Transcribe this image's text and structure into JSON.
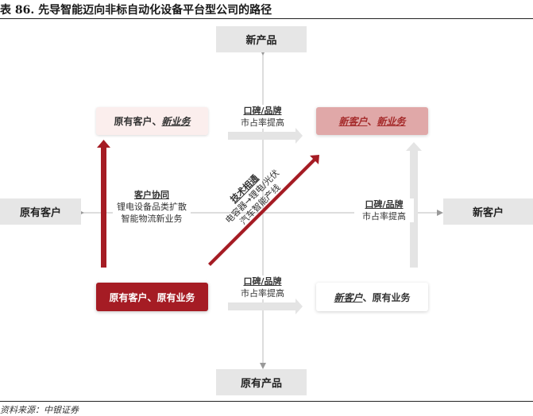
{
  "title": "表 86. 先导智能迈向非标自动化设备平台型公司的路径",
  "source": "资料来源：中银证券",
  "axes": {
    "top": "新产品",
    "bottom": "原有产品",
    "left": "原有客户",
    "right": "新客户"
  },
  "quadrants": {
    "top_left": {
      "part1": "原有客户、",
      "part2": "新业务"
    },
    "top_right": {
      "part1": "新客户",
      "sep": "、",
      "part2": "新业务"
    },
    "bottom_left": {
      "text": "原有客户、原有业务"
    },
    "bottom_right": {
      "part1": "新客户",
      "part2": "、原有业务"
    }
  },
  "labels": {
    "top_arrow": {
      "head": "口碑/品牌",
      "body": "市占率提高"
    },
    "bottom_arrow": {
      "head": "口碑/品牌",
      "body": "市占率提高"
    },
    "right_arrow": {
      "head": "口碑/品牌",
      "body": "市占率提高"
    },
    "left_arrow": {
      "head": "客户协同",
      "line1": "锂电设备品类扩散",
      "line2": "智能物流新业务"
    },
    "diagonal": {
      "head": "技术相通",
      "line1": "电容器→锂电/光伏",
      "line2": "汽车智能产线"
    }
  },
  "colors": {
    "dark_red": "#a51c24",
    "pink": "#e0a8a8",
    "light_pink": "#fbeeed",
    "gray": "#e6e6e6",
    "arrow_gray": "#e4e4e4"
  }
}
